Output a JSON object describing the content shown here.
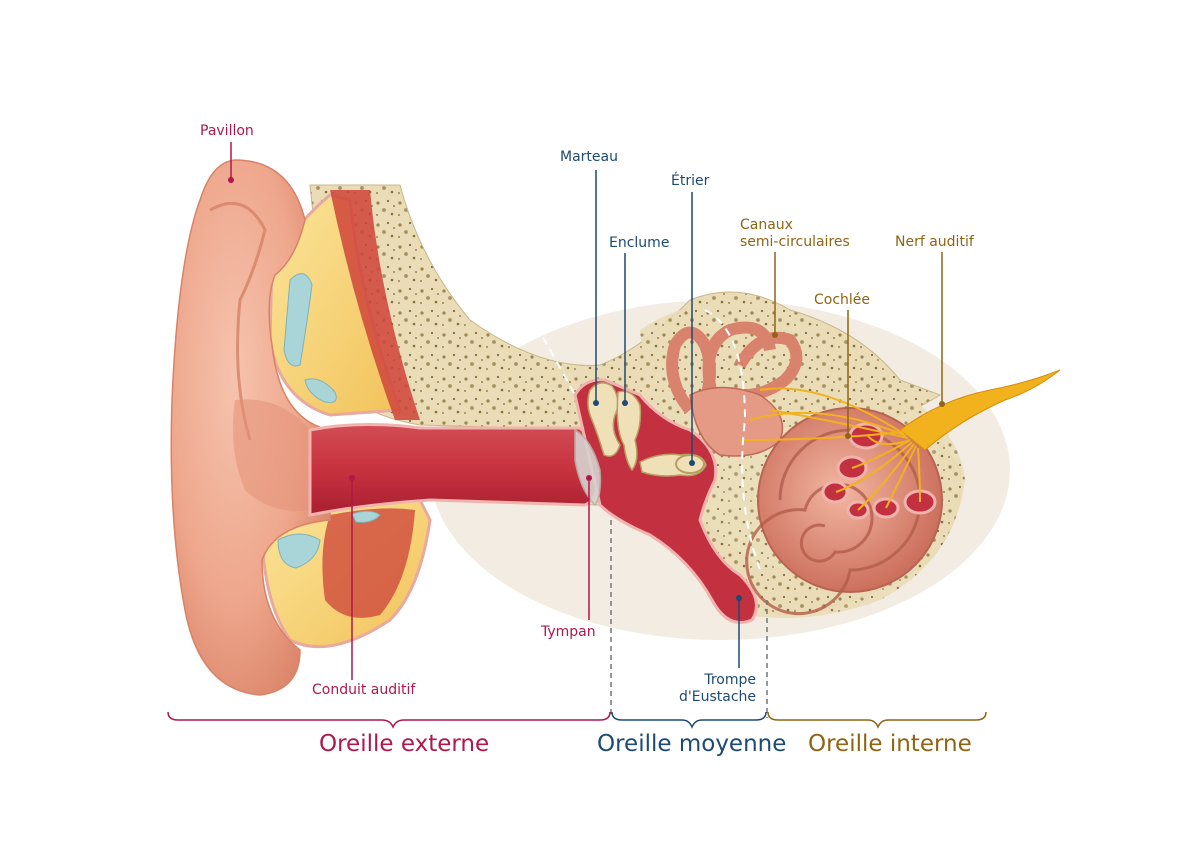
{
  "colors": {
    "outer": "#b0174a",
    "middle": "#1c4a73",
    "inner": "#8f6412",
    "skin": "#efa98e",
    "canal": "#c23a45",
    "bone": "#e9dcb8",
    "nerve": "#f2b21e",
    "cochlea": "#e59a83"
  },
  "labels": {
    "pavillon": "Pavillon",
    "conduit": "Conduit auditif",
    "tympan": "Tympan",
    "marteau": "Marteau",
    "enclume": "Enclume",
    "etrier": "Étrier",
    "trompe_1": "Trompe",
    "trompe_2": "d'Eustache",
    "canaux_1": "Canaux",
    "canaux_2": "semi-circulaires",
    "cochlee": "Cochlée",
    "nerf": "Nerf auditif"
  },
  "sections": {
    "outer": "Oreille externe",
    "middle": "Oreille moyenne",
    "inner": "Oreille interne"
  }
}
